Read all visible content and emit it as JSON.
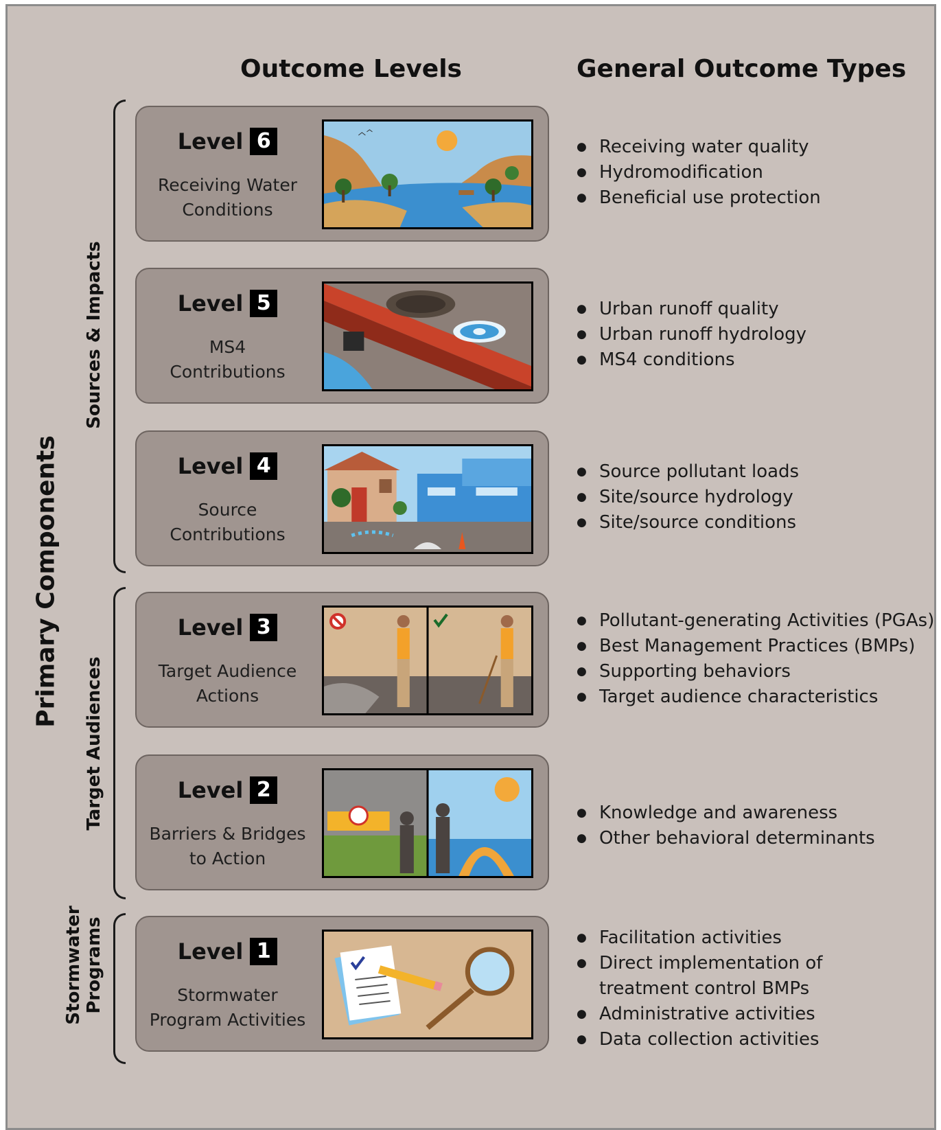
{
  "headers": {
    "outcome_levels": "Outcome Levels",
    "general_outcome_types": "General Outcome Types"
  },
  "side_labels": {
    "primary_components": "Primary Components",
    "sources_impacts": "Sources & Impacts",
    "target_audiences": "Target Audiences",
    "stormwater_programs_line1": "Stormwater",
    "stormwater_programs_line2": "Programs"
  },
  "levels": [
    {
      "word": "Level",
      "number": "6",
      "desc_line1": "Receiving Water",
      "desc_line2": "Conditions",
      "image": "lake-landscape-illustration",
      "outcomes": [
        "Receiving water quality",
        "Hydromodification",
        "Beneficial use protection"
      ]
    },
    {
      "word": "Level",
      "number": "5",
      "desc_line1": "MS4",
      "desc_line2": "Contributions",
      "image": "storm-drain-curb-illustration",
      "outcomes": [
        "Urban runoff quality",
        "Urban runoff hydrology",
        "MS4 conditions"
      ]
    },
    {
      "word": "Level",
      "number": "4",
      "desc_line1": "Source",
      "desc_line2": "Contributions",
      "image": "house-and-business-runoff-illustration",
      "outcomes": [
        "Source pollutant loads",
        "Site/source hydrology",
        "Site/source conditions"
      ]
    },
    {
      "word": "Level",
      "number": "3",
      "desc_line1": "Target Audience",
      "desc_line2": "Actions",
      "image": "hosing-vs-sweeping-illustration",
      "outcomes": [
        "Pollutant-generating Activities (PGAs)",
        "Best Management Practices (BMPs)",
        "Supporting behaviors",
        "Target audience characteristics"
      ]
    },
    {
      "word": "Level",
      "number": "2",
      "desc_line1": "Barriers & Bridges",
      "desc_line2": "to Action",
      "image": "barrier-and-bridge-illustration",
      "outcomes": [
        "Knowledge and awareness",
        "Other behavioral determinants"
      ]
    },
    {
      "word": "Level",
      "number": "1",
      "desc_line1": "Stormwater",
      "desc_line2": "Program Activities",
      "image": "checklist-and-magnifier-illustration",
      "outcomes": [
        "Facilitation activities",
        "Direct implementation of",
        "treatment control BMPs",
        "Administrative activities",
        "Data collection activities"
      ]
    }
  ]
}
